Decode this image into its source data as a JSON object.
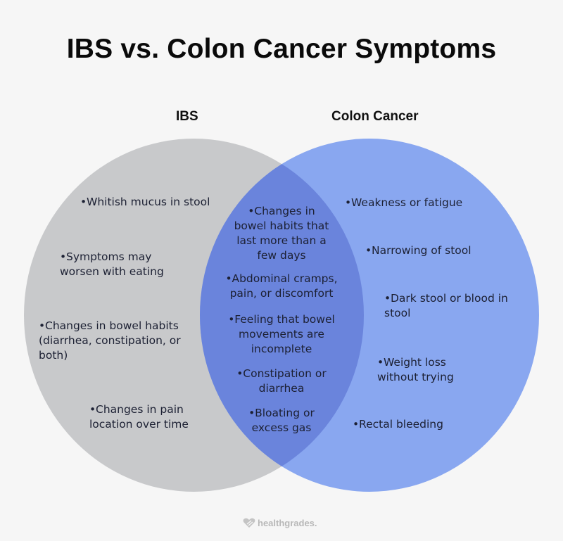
{
  "title": "IBS vs. Colon Cancer Symptoms",
  "colors": {
    "background": "#f6f6f6",
    "ibs_circle": "#c8c9cb",
    "colon_cancer_circle": "#89a7f0",
    "overlap": "#6a84dc",
    "text": "#1c2033"
  },
  "sets": {
    "ibs": {
      "label": "IBS",
      "items": [
        "Whitish mucus in stool",
        "Symptoms may worsen with eating",
        "Changes in bowel habits (diarrhea, constipation, or both)",
        "Changes in pain location over time"
      ]
    },
    "shared": {
      "items": [
        "Changes in bowel habits that last more than a few days",
        "Abdominal cramps, pain, or discomfort",
        "Feeling that bowel movements are incomplete",
        "Constipation or diarrhea",
        "Bloating or excess gas"
      ]
    },
    "colon_cancer": {
      "label": "Colon Cancer",
      "items": [
        "Weakness or fatigue",
        "Narrowing of stool",
        "Dark stool or blood in stool",
        "Weight loss without trying",
        "Rectal bleeding"
      ]
    }
  },
  "footer": {
    "logo_icon": "heart-icon",
    "brand": "healthgrades."
  }
}
